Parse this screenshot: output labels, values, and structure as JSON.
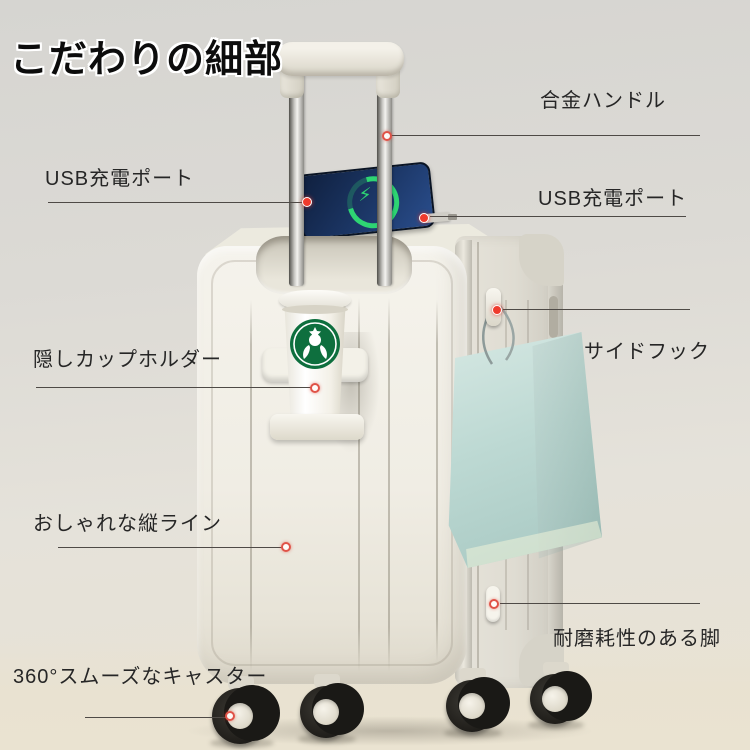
{
  "title": "こだわりの細部",
  "callouts": [
    {
      "id": "alloy-handle",
      "label": "合金ハンドル"
    },
    {
      "id": "usb-port-left",
      "label": "USB充電ポート"
    },
    {
      "id": "usb-port-right",
      "label": "USB充電ポート"
    },
    {
      "id": "hidden-cup-holder",
      "label": "隠しカップホルダー"
    },
    {
      "id": "side-hook",
      "label": "サイドフック"
    },
    {
      "id": "vertical-line",
      "label": "おしゃれな縦ライン"
    },
    {
      "id": "wear-resistant-legs",
      "label": "耐磨耗性のある脚"
    },
    {
      "id": "smooth-casters",
      "label": "360°スムーズなキャスター"
    }
  ],
  "phone": {
    "bolt_glyph": "⚡"
  },
  "colors": {
    "callout_accent": "#e04237",
    "leader_line": "#4e4a46",
    "charge_ring_green": "#2ed573",
    "phone_screen_navy": "#16294e",
    "bag_mint": "#bdd9d3",
    "cup_logo_green": "#0e6f3e",
    "suitcase_ivory": "#f0ede4",
    "background_gray": "#dcdad5"
  }
}
